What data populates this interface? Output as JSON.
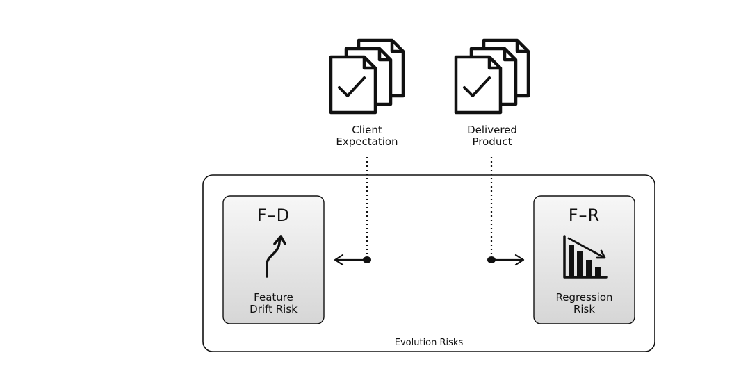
{
  "documents": [
    {
      "label_line1": "Client",
      "label_line2": "Expectation",
      "icon": "document-stack-check-icon"
    },
    {
      "label_line1": "Delivered",
      "label_line2": "Product",
      "icon": "document-stack-check-icon"
    }
  ],
  "container": {
    "label": "Evolution Risks"
  },
  "risks": [
    {
      "code": "F–D",
      "label_line1": "Feature",
      "label_line2": "Drift Risk",
      "icon": "rising-curve-arrow-icon"
    },
    {
      "code": "F–R",
      "label_line1": "Regression",
      "label_line2": "Risk",
      "icon": "declining-bar-chart-icon"
    }
  ],
  "colors": {
    "stroke": "#111111",
    "box_fill_top": "#f7f7f7",
    "box_fill_bottom": "#d9d9d9"
  }
}
